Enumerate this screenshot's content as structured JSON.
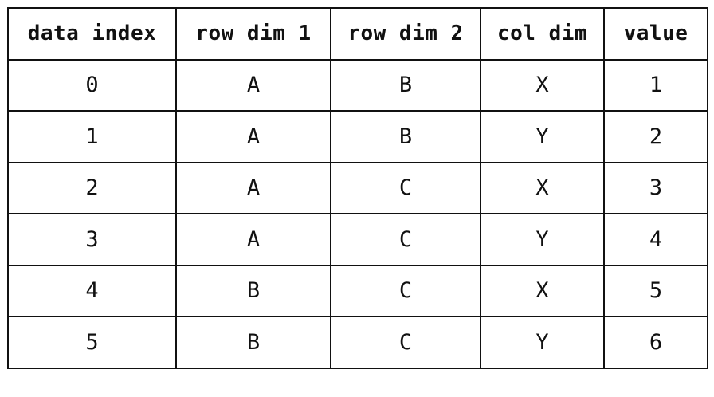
{
  "table": {
    "headers": [
      "data index",
      "row dim 1",
      "row dim 2",
      "col dim",
      "value"
    ],
    "rows": [
      [
        "0",
        "A",
        "B",
        "X",
        "1"
      ],
      [
        "1",
        "A",
        "B",
        "Y",
        "2"
      ],
      [
        "2",
        "A",
        "C",
        "X",
        "3"
      ],
      [
        "3",
        "A",
        "C",
        "Y",
        "4"
      ],
      [
        "4",
        "B",
        "C",
        "X",
        "5"
      ],
      [
        "5",
        "B",
        "C",
        "Y",
        "6"
      ]
    ]
  }
}
